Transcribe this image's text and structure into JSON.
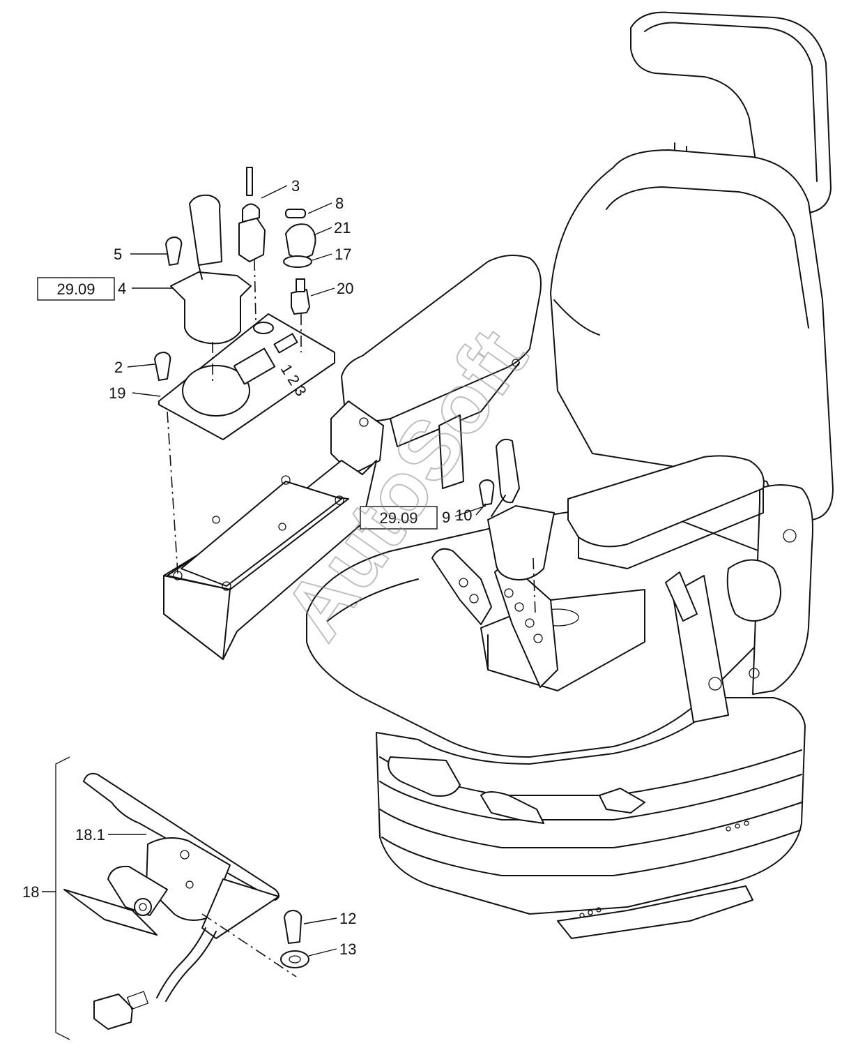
{
  "diagram": {
    "watermark": "AutoSoft",
    "references": [
      {
        "id": "ref-a",
        "label": "29.09"
      },
      {
        "id": "ref-b",
        "label": "29.09"
      }
    ],
    "callouts": [
      {
        "id": "3",
        "label": "3"
      },
      {
        "id": "8",
        "label": "8"
      },
      {
        "id": "21",
        "label": "21"
      },
      {
        "id": "5",
        "label": "5"
      },
      {
        "id": "17",
        "label": "17"
      },
      {
        "id": "4",
        "label": "4"
      },
      {
        "id": "20",
        "label": "20"
      },
      {
        "id": "2",
        "label": "2"
      },
      {
        "id": "19",
        "label": "19"
      },
      {
        "id": "10",
        "label": "10"
      },
      {
        "id": "9",
        "label": "9"
      },
      {
        "id": "18.1",
        "label": "18.1"
      },
      {
        "id": "18",
        "label": "18"
      },
      {
        "id": "12",
        "label": "12"
      },
      {
        "id": "13",
        "label": "13"
      }
    ],
    "plate_marks": [
      "1 2 3"
    ]
  }
}
